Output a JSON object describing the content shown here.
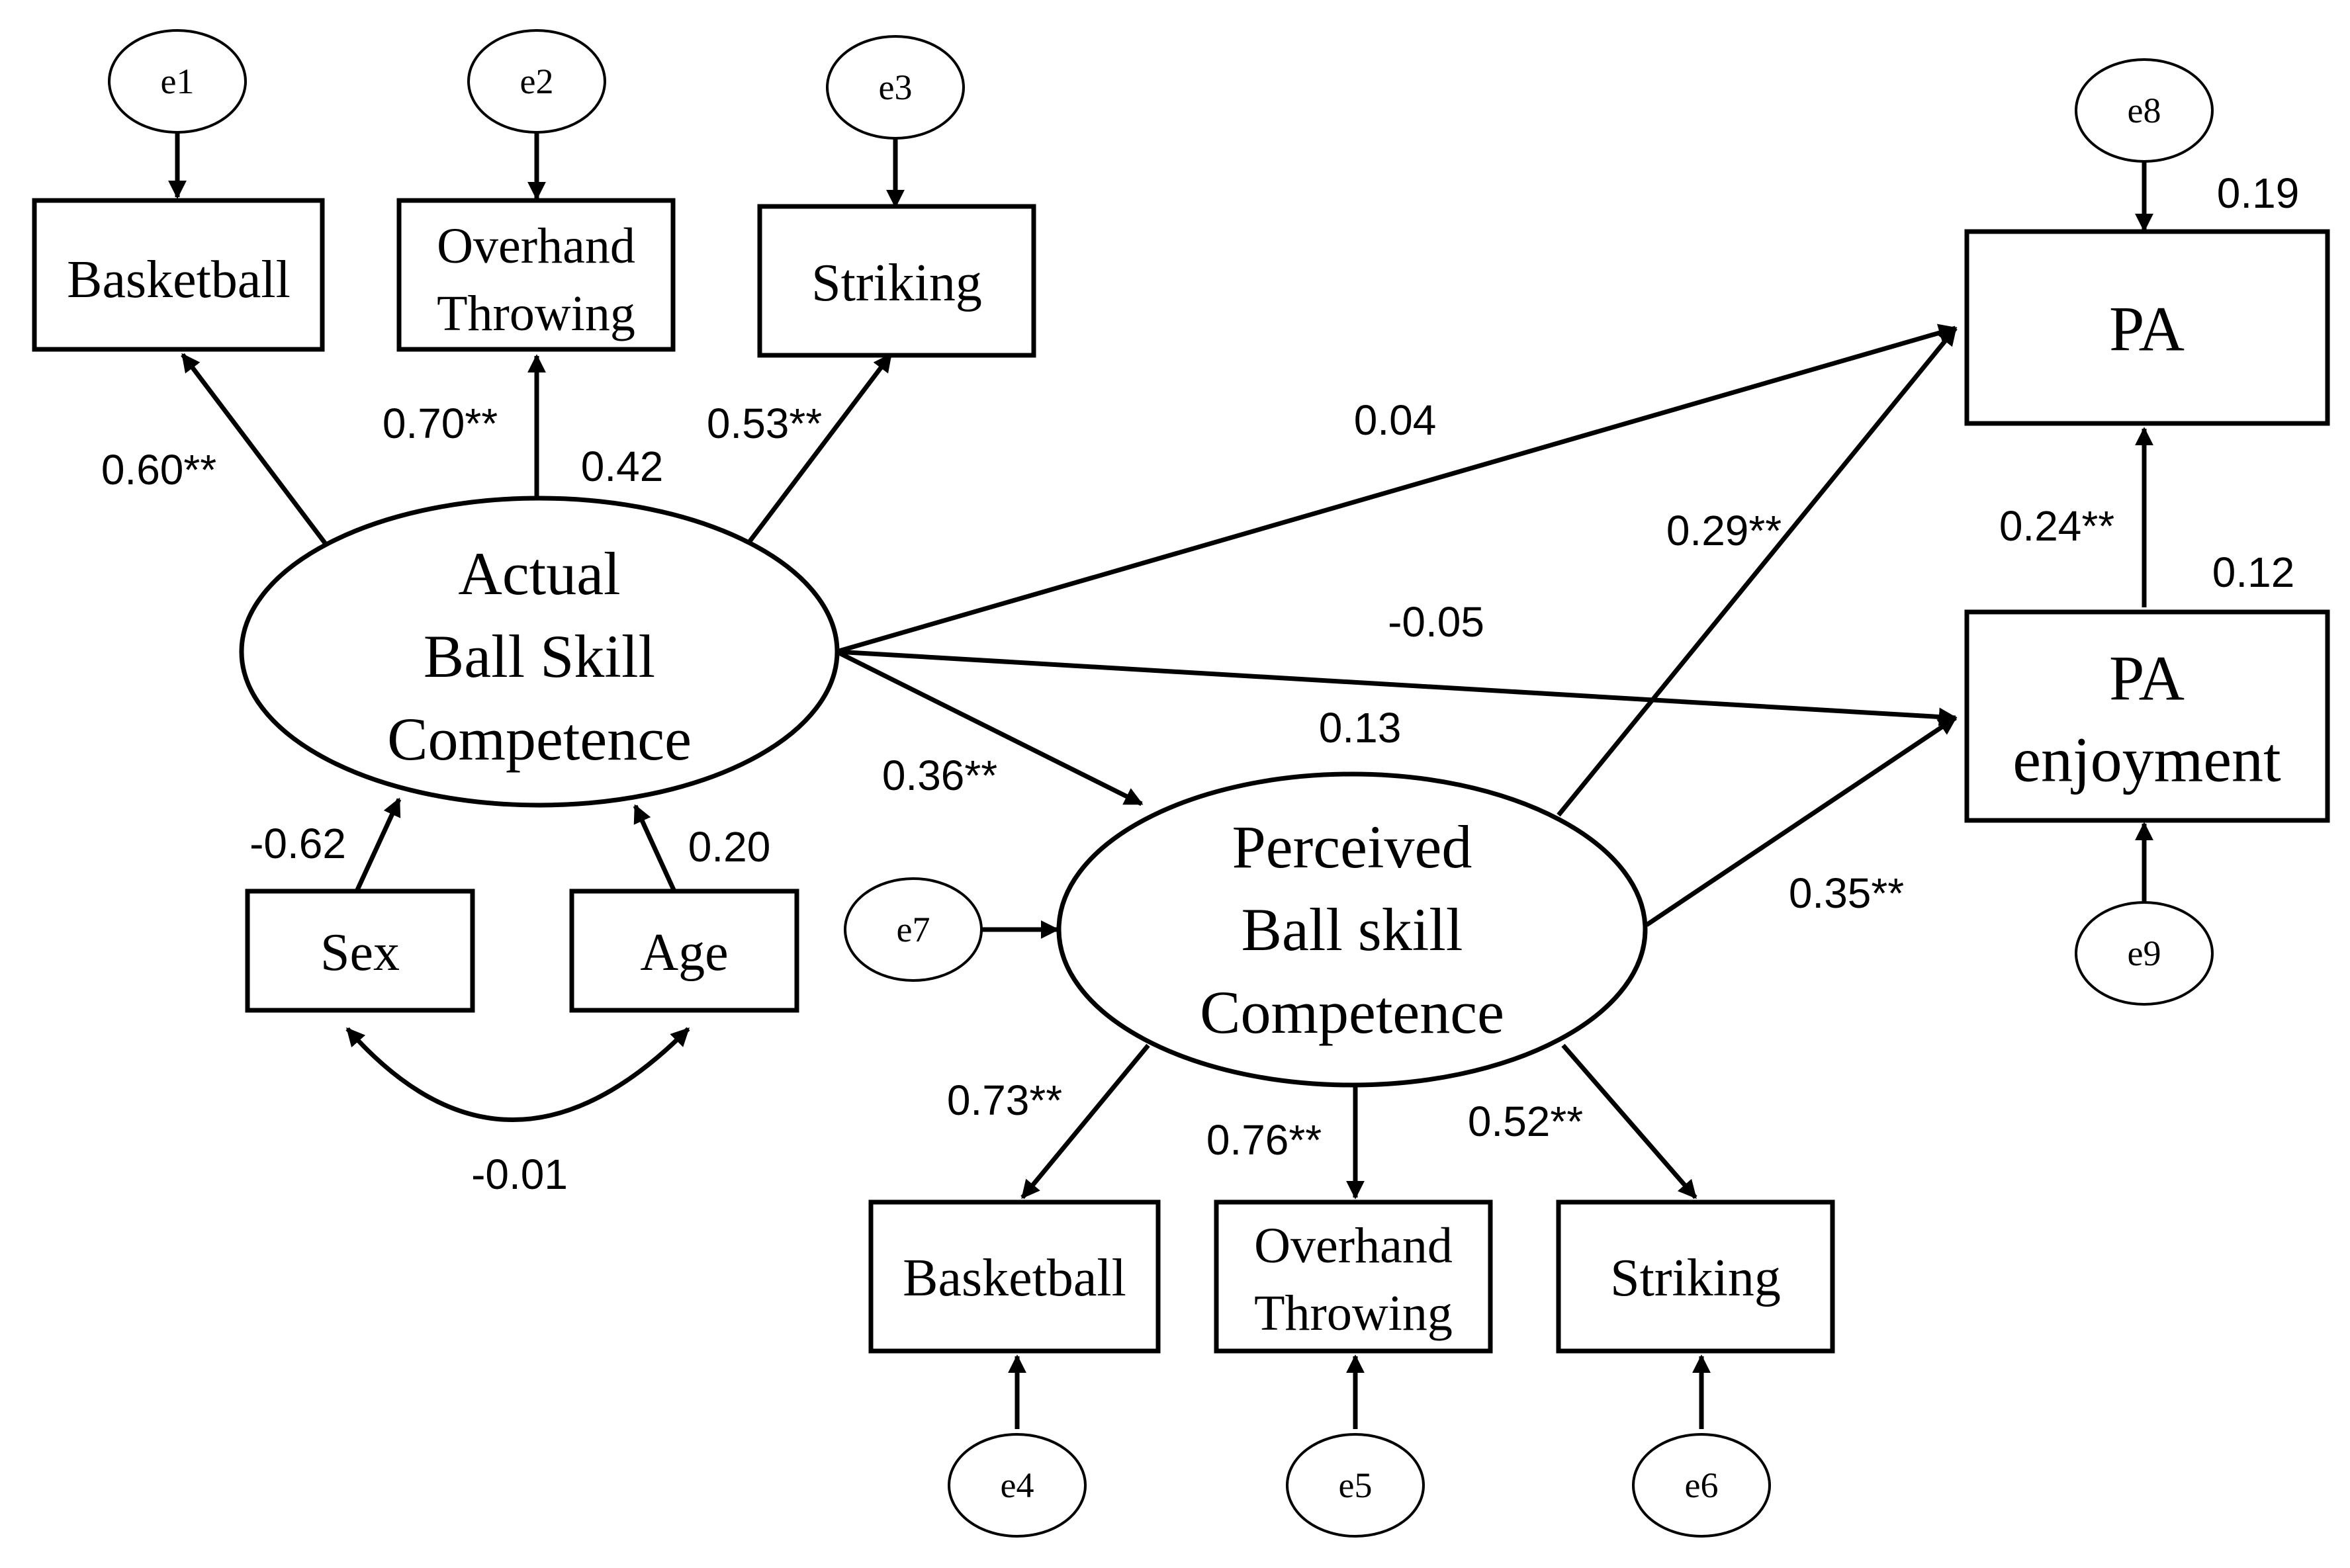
{
  "nodes": {
    "e1": "e1",
    "e2": "e2",
    "e3": "e3",
    "e4": "e4",
    "e5": "e5",
    "e6": "e6",
    "e7": "e7",
    "e8": "e8",
    "e9": "e9",
    "basketball_top": "Basketball",
    "overhand_top": [
      "Overhand",
      "Throwing"
    ],
    "striking_top": "Striking",
    "actual_latent": [
      "Actual",
      "Ball Skill",
      "Competence"
    ],
    "sex": "Sex",
    "age": "Age",
    "perceived_latent": [
      "Perceived",
      "Ball skill",
      "Competence"
    ],
    "basketball_bottom": "Basketball",
    "overhand_bottom": [
      "Overhand",
      "Throwing"
    ],
    "striking_bottom": "Striking",
    "pa": "PA",
    "pa_enjoyment": [
      "PA",
      "enjoyment"
    ]
  },
  "coefficients": {
    "actual_to_basketball": "0.60**",
    "actual_to_overhand": "0.70**",
    "actual_r2": "0.42",
    "actual_to_striking": "0.53**",
    "actual_to_pa": "0.04",
    "actual_to_enjoyment": "-0.05",
    "actual_to_perceived": "0.36**",
    "perceived_r2": "0.13",
    "sex_to_actual": "-0.62",
    "age_to_actual": "0.20",
    "sex_age_cov": "-0.01",
    "perceived_to_pa": "0.29**",
    "perceived_to_enjoyment": "0.35**",
    "enjoyment_to_pa": "0.24**",
    "pa_r2": "0.19",
    "enjoyment_r2": "0.12",
    "perceived_to_basketball": "0.73**",
    "perceived_to_overhand": "0.76**",
    "perceived_to_striking": "0.52**"
  }
}
